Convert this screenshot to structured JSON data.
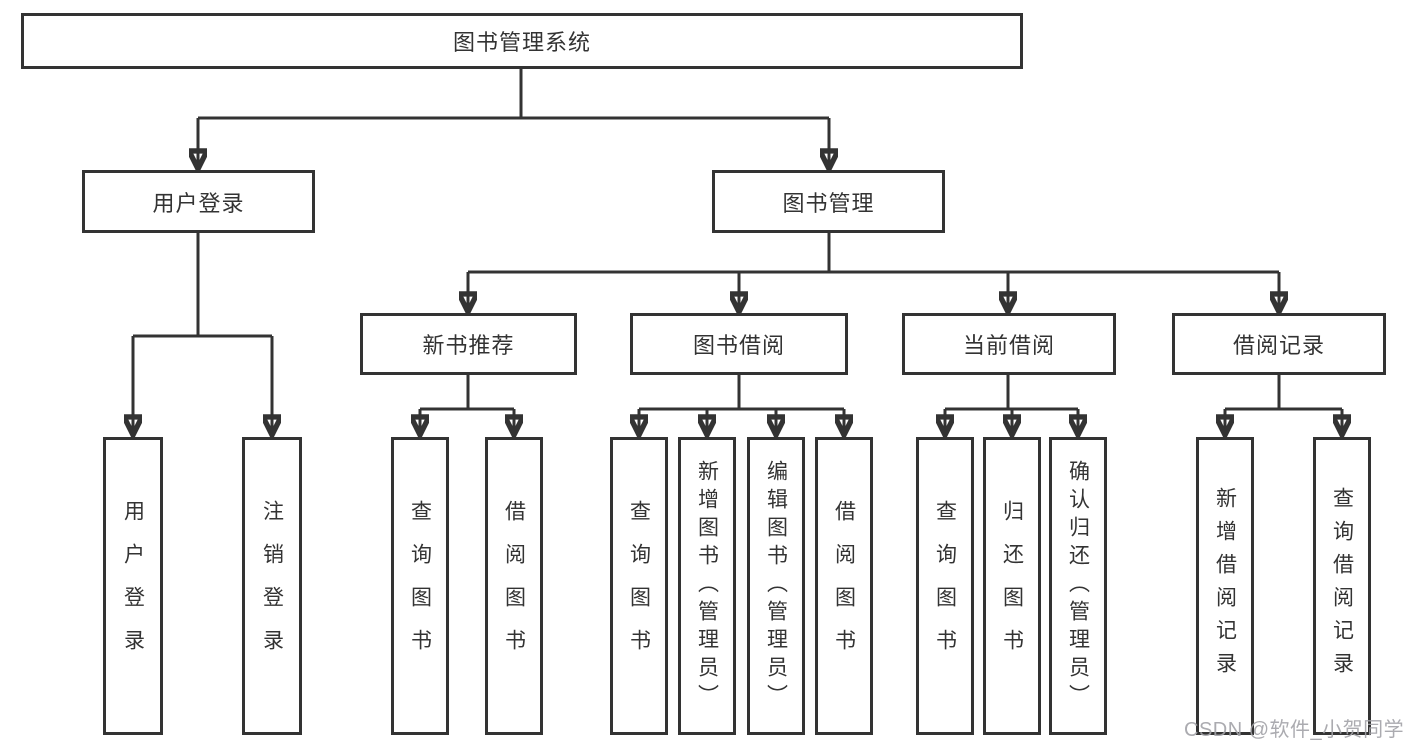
{
  "colors": {
    "line": "#333333",
    "text": "#333333",
    "box_background": "#ffffff",
    "page_background": "#ffffff",
    "watermark": "#a3a3a8"
  },
  "tree": {
    "label": "图书管理系统",
    "children": [
      {
        "label": "用户登录",
        "children": [
          {
            "label": "用户登录"
          },
          {
            "label": "注销登录"
          }
        ]
      },
      {
        "label": "图书管理",
        "children": [
          {
            "label": "新书推荐",
            "children": [
              {
                "label": "查询图书"
              },
              {
                "label": "借阅图书"
              }
            ]
          },
          {
            "label": "图书借阅",
            "children": [
              {
                "label": "查询图书"
              },
              {
                "label": "新增图书（管理员）"
              },
              {
                "label": "编辑图书（管理员）"
              },
              {
                "label": "借阅图书"
              }
            ]
          },
          {
            "label": "当前借阅",
            "children": [
              {
                "label": "查询图书"
              },
              {
                "label": "归还图书"
              },
              {
                "label": "确认归还（管理员）"
              }
            ]
          },
          {
            "label": "借阅记录",
            "children": [
              {
                "label": "新增借阅记录"
              },
              {
                "label": "查询借阅记录"
              }
            ]
          }
        ]
      }
    ]
  },
  "watermark": {
    "text": "CSDN @软件_小贺同学"
  }
}
